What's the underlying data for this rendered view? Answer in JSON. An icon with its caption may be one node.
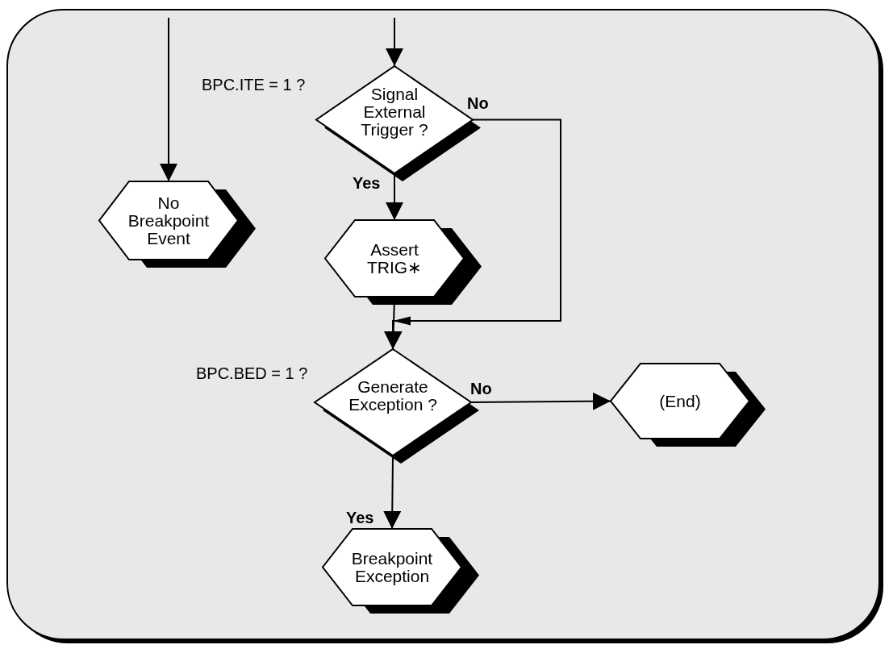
{
  "diagram": {
    "nodes": [
      {
        "text": [
          "No Breakpoint Event"
        ]
      },
      {
        "text": [
          "Signal External Trigger ?"
        ],
        "beside": [
          "BPC.ITE = 1 ?"
        ]
      },
      {
        "text": [
          "Assert TRIG∗"
        ]
      },
      {
        "text": [
          "Generate Exception ?"
        ],
        "beside": [
          "BPC.BED = 1 ?"
        ]
      },
      {
        "text": [
          "(End)"
        ]
      },
      {
        "text": [
          "Breakpoint Exception"
        ]
      }
    ],
    "edges": [
      {
        "from": null,
        "to": 0,
        "arrow": "to"
      },
      {
        "from": null,
        "to": 1,
        "arrow": "to"
      },
      {
        "from": 1,
        "to": 2,
        "arrow": "to",
        "label": "Yes"
      },
      {
        "from": 1,
        "to": 3,
        "arrow": "to",
        "label": "No"
      },
      {
        "from": 2,
        "to": 3,
        "arrow": "to"
      },
      {
        "from": 3,
        "to": 4,
        "arrow": "to",
        "label": "No"
      },
      {
        "from": 3,
        "to": 5,
        "arrow": "to",
        "label": "Yes"
      }
    ]
  }
}
